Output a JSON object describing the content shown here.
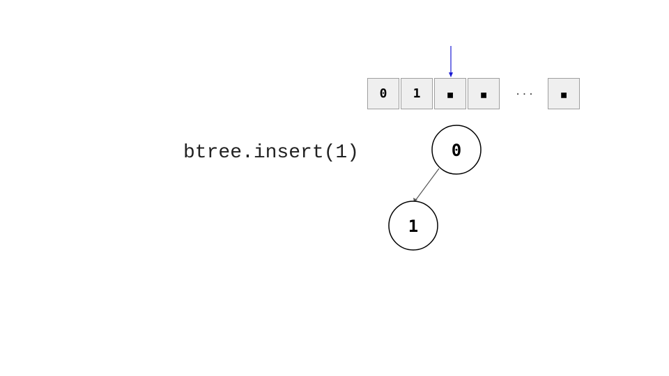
{
  "code": {
    "statement": "btree.insert(1)"
  },
  "array": {
    "cells": [
      "0",
      "1",
      "▪",
      "▪"
    ],
    "ellipsis": "...",
    "last_cell": "▪",
    "pointer_color": "#1a1ad4"
  },
  "tree": {
    "root": {
      "label": "0"
    },
    "left_child": {
      "label": "1"
    },
    "edge_color": "#555555"
  }
}
